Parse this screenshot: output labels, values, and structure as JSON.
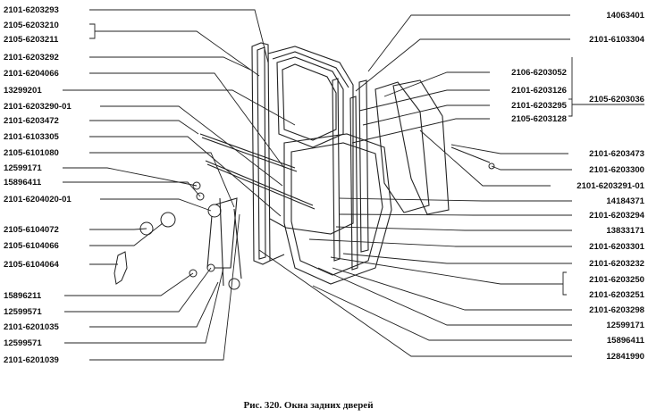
{
  "caption": "Рис. 320. Окна задних дверей",
  "labels_left": [
    "2101-6203293",
    "2105-6203210",
    "2105-6203211",
    "2101-6203292",
    "2101-6204066",
    "13299201",
    "2101-6203290-01",
    "2101-6203472",
    "2101-6103305",
    "2105-6101080",
    "12599171",
    "15896411",
    "2101-6204020-01",
    "2105-6104072",
    "2105-6104066",
    "2105-6104064",
    "15896211",
    "12599571",
    "2101-6201035",
    "12599571",
    "2101-6201039"
  ],
  "labels_right": [
    "14063401",
    "2101-6103304",
    "2106-6203052",
    "2101-6203126",
    "2105-6203036",
    "2101-6203295",
    "2105-6203128",
    "2101-6203473",
    "2101-6203300",
    "2101-6203291-01",
    "14184371",
    "2101-6203294",
    "13833171",
    "2101-6203301",
    "2101-6203232",
    "2101-6203250",
    "2101-6203251",
    "2101-6203298",
    "12599171",
    "15896411",
    "12841990"
  ]
}
